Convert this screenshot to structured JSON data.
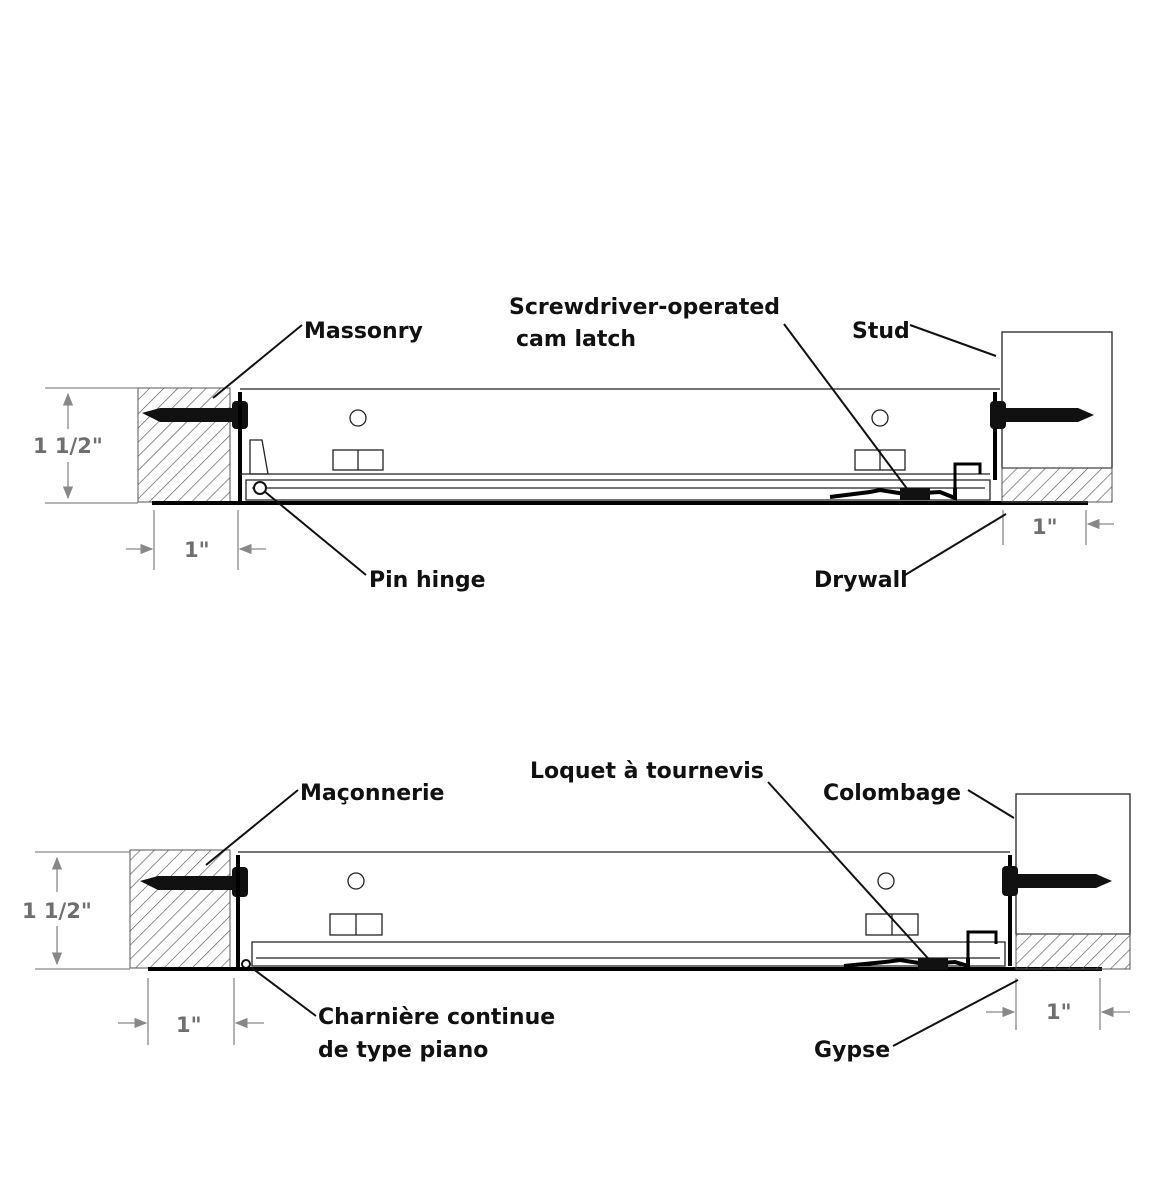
{
  "top_panel": {
    "labels": {
      "masonry": "Massonry",
      "latch_line1": "Screwdriver-operated",
      "latch_line2": "cam latch",
      "stud": "Stud",
      "hinge": "Pin hinge",
      "drywall": "Drywall"
    },
    "dims": {
      "height": "1 1/2\"",
      "left_width": "1\"",
      "right_width": "1\""
    }
  },
  "bottom_panel": {
    "labels": {
      "masonry": "Maçonnerie",
      "latch": "Loquet à tournevis",
      "stud": "Colombage",
      "hinge_line1": "Charnière continue",
      "hinge_line2": "de type piano",
      "drywall": "Gypse"
    },
    "dims": {
      "height": "1 1/2\"",
      "left_width": "1\"",
      "right_width": "1\""
    }
  },
  "colors": {
    "line": "#111111",
    "dimension": "#6f6f6f",
    "hatch": "#555555"
  }
}
